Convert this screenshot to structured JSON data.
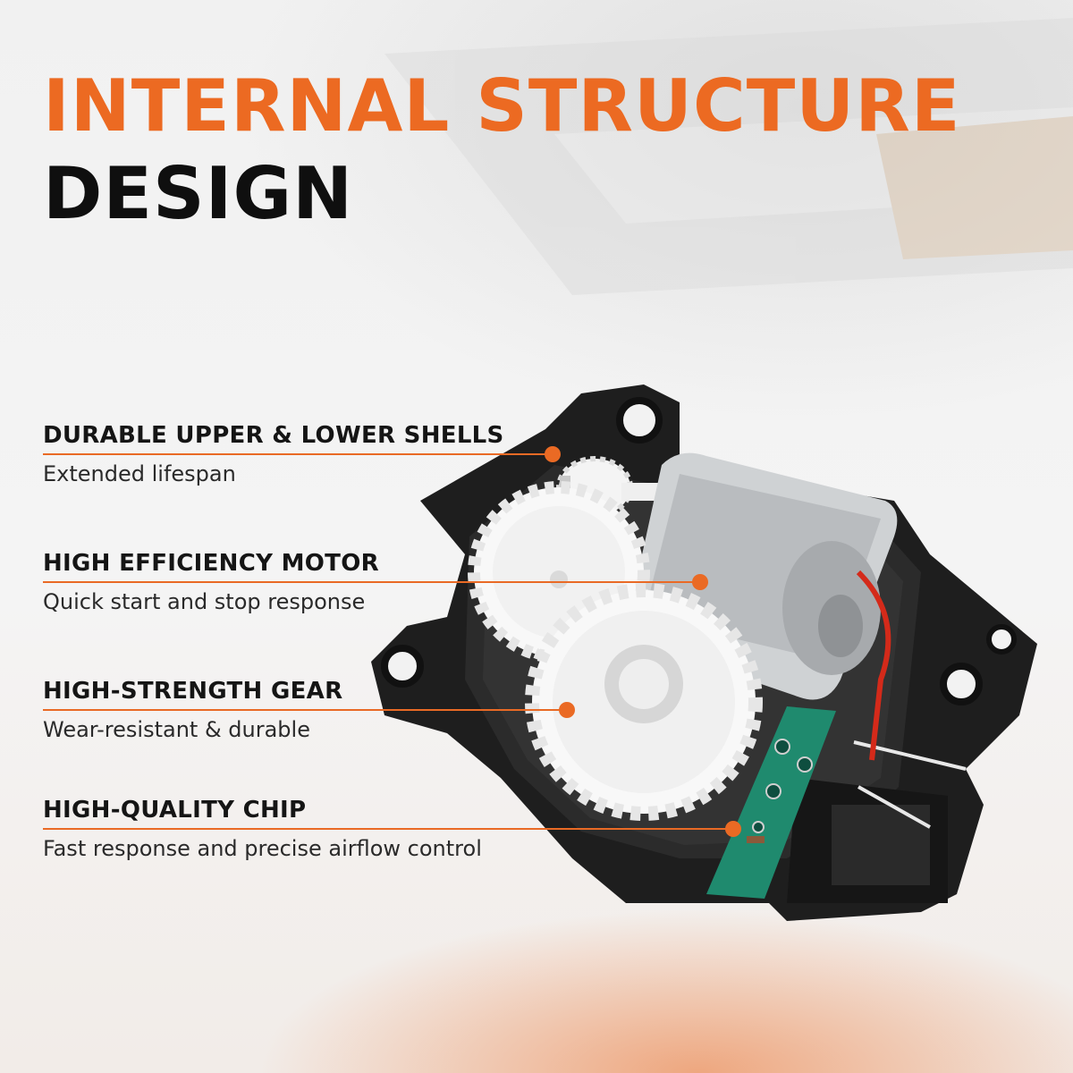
{
  "title": {
    "line1": "INTERNAL STRUCTURE",
    "line2": "DESIGN"
  },
  "features": [
    {
      "title": "DURABLE UPPER & LOWER SHELLS",
      "description": "Extended lifespan"
    },
    {
      "title": "HIGH EFFICIENCY MOTOR",
      "description": "Quick start and stop response"
    },
    {
      "title": "HIGH-STRENGTH GEAR",
      "description": "Wear-resistant & durable"
    },
    {
      "title": "HIGH-QUALITY CHIP",
      "description": "Fast response and precise airflow control"
    }
  ],
  "colors": {
    "accent": "#ec6a22",
    "heading_dark": "#0f0f0f",
    "housing": "#1c1c1c",
    "gear": "#f7f7f7",
    "pcb": "#1f8a6e"
  }
}
